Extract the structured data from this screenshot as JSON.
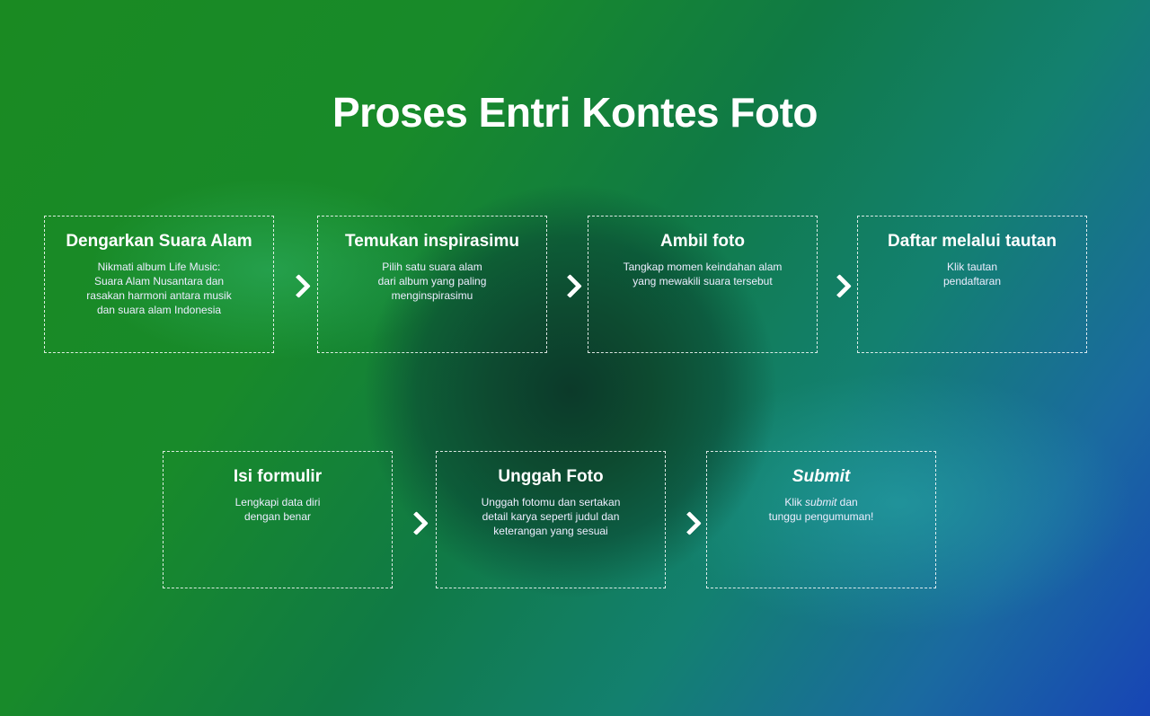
{
  "title": "Proses Entri Kontes Foto",
  "steps": [
    {
      "title": "Dengarkan Suara Alam",
      "lines": [
        "Nikmati album Life Music:",
        "Suara Alam Nusantara dan",
        "rasakan harmoni antara musik",
        "dan suara alam Indonesia"
      ]
    },
    {
      "title": "Temukan inspirasimu",
      "lines": [
        "Pilih satu suara alam",
        "dari album yang paling",
        "menginspirasimu"
      ]
    },
    {
      "title": "Ambil foto",
      "lines": [
        "Tangkap momen keindahan alam",
        "yang mewakili suara tersebut"
      ]
    },
    {
      "title": "Daftar melalui tautan",
      "lines": [
        "Klik tautan",
        "pendaftaran"
      ]
    },
    {
      "title": "Isi formulir",
      "lines": [
        "Lengkapi data diri",
        "dengan benar"
      ]
    },
    {
      "title": "Unggah Foto",
      "lines": [
        "Unggah fotomu dan sertakan",
        "detail karya seperti judul dan",
        "keterangan yang sesuai"
      ]
    },
    {
      "title": "Submit",
      "line1_pre": "Klik ",
      "line1_em": "submit",
      "line1_post": " dan",
      "line2": "tunggu pengumuman!"
    }
  ]
}
